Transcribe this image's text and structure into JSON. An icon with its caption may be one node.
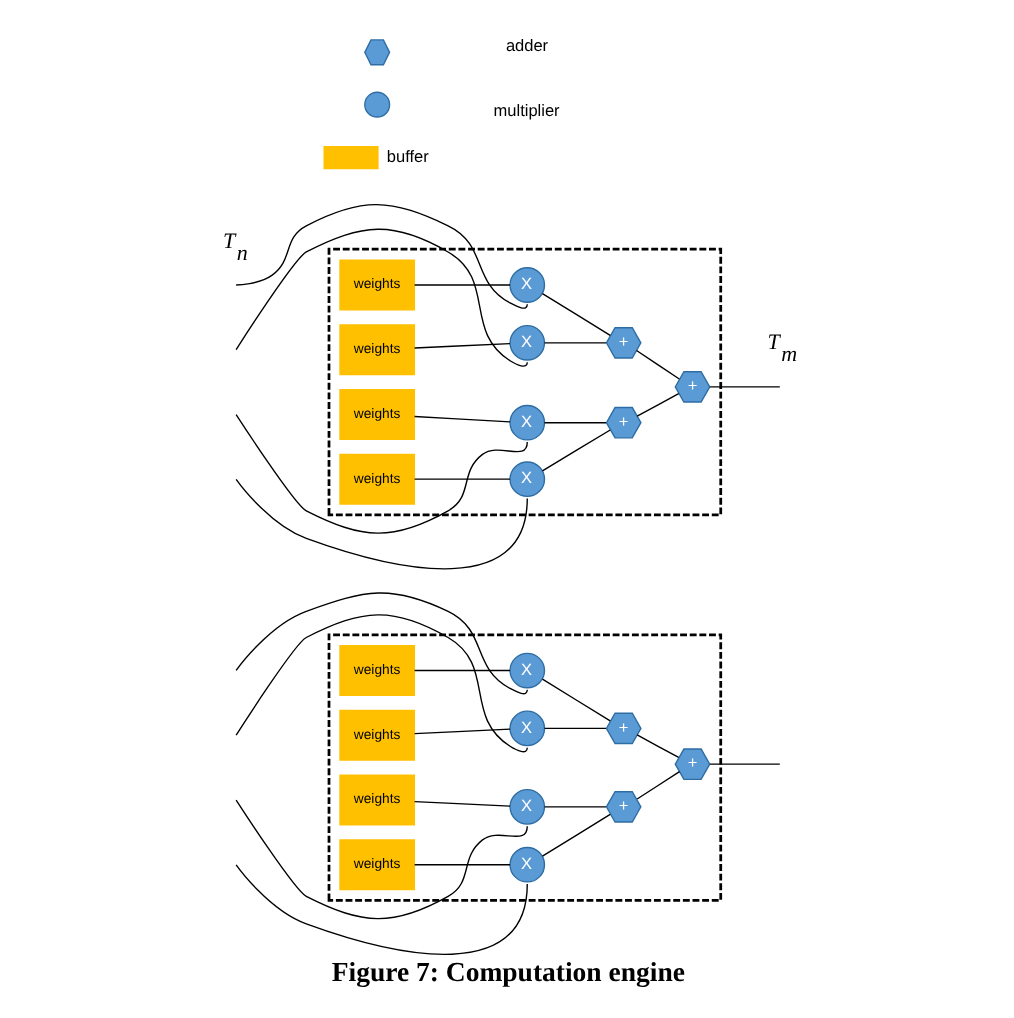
{
  "diagram": {
    "caption": "Figure 7: Computation engine",
    "nodes": [
      {
        "text": [],
        "shape": "box"
      },
      {
        "text": [
          "weights"
        ],
        "in": 0
      },
      {
        "text": [
          "weights"
        ],
        "in": 0
      },
      {
        "text": [
          "weights"
        ],
        "in": 0
      },
      {
        "text": [
          "weights"
        ],
        "in": 0
      },
      {
        "text": [
          "X"
        ],
        "in": 0
      },
      {
        "text": [
          "X"
        ],
        "in": 0
      },
      {
        "text": [
          "X"
        ],
        "in": 0
      },
      {
        "text": [
          "X"
        ],
        "in": 0
      },
      {
        "text": [
          "+"
        ],
        "in": 0
      },
      {
        "text": [
          "+"
        ],
        "in": 0
      },
      {
        "text": [
          "+"
        ],
        "in": 0
      },
      {
        "text": [],
        "shape": "box"
      },
      {
        "text": [
          "weights"
        ],
        "in": 12
      },
      {
        "text": [
          "weights"
        ],
        "in": 12
      },
      {
        "text": [
          "weights"
        ],
        "in": 12
      },
      {
        "text": [
          "weights"
        ],
        "in": 12
      },
      {
        "text": [
          "X"
        ],
        "in": 12
      },
      {
        "text": [
          "X"
        ],
        "in": 12
      },
      {
        "text": [
          "X"
        ],
        "in": 12
      },
      {
        "text": [
          "X"
        ],
        "in": 12
      },
      {
        "text": [
          "+"
        ],
        "in": 12
      },
      {
        "text": [
          "+"
        ],
        "in": 12
      },
      {
        "text": [
          "+"
        ],
        "in": 12
      }
    ],
    "edges": [
      {
        "from": null,
        "to": 5,
        "arrow": "none"
      },
      {
        "from": null,
        "to": 6,
        "arrow": "none"
      },
      {
        "from": null,
        "to": 7,
        "arrow": "none"
      },
      {
        "from": null,
        "to": 8,
        "arrow": "none"
      },
      {
        "from": null,
        "to": 17,
        "arrow": "none"
      },
      {
        "from": null,
        "to": 18,
        "arrow": "none"
      },
      {
        "from": null,
        "to": 19,
        "arrow": "none"
      },
      {
        "from": null,
        "to": 20,
        "arrow": "none"
      },
      {
        "from": 1,
        "to": 5,
        "arrow": "none"
      },
      {
        "from": 2,
        "to": 6,
        "arrow": "none"
      },
      {
        "from": 3,
        "to": 7,
        "arrow": "none"
      },
      {
        "from": 4,
        "to": 8,
        "arrow": "none"
      },
      {
        "from": 5,
        "to": 9,
        "arrow": "none"
      },
      {
        "from": 6,
        "to": 9,
        "arrow": "none"
      },
      {
        "from": 7,
        "to": 10,
        "arrow": "none"
      },
      {
        "from": 8,
        "to": 10,
        "arrow": "none"
      },
      {
        "from": 9,
        "to": 11,
        "arrow": "none"
      },
      {
        "from": 10,
        "to": 11,
        "arrow": "none"
      },
      {
        "from": 11,
        "to": null,
        "arrow": "none"
      },
      {
        "from": 13,
        "to": 17,
        "arrow": "none"
      },
      {
        "from": 14,
        "to": 18,
        "arrow": "none"
      },
      {
        "from": 15,
        "to": 19,
        "arrow": "none"
      },
      {
        "from": 16,
        "to": 20,
        "arrow": "none"
      },
      {
        "from": 17,
        "to": 21,
        "arrow": "none"
      },
      {
        "from": 18,
        "to": 21,
        "arrow": "none"
      },
      {
        "from": 19,
        "to": 22,
        "arrow": "none"
      },
      {
        "from": 20,
        "to": 22,
        "arrow": "none"
      },
      {
        "from": 21,
        "to": 23,
        "arrow": "none"
      },
      {
        "from": 22,
        "to": 23,
        "arrow": "none"
      },
      {
        "from": 23,
        "to": null,
        "arrow": "none"
      }
    ],
    "labels": [
      "T$_{n}$",
      "T$_{m}$"
    ],
    "legend": [
      {
        "text": "adder"
      },
      {
        "text": "multiplier"
      },
      {
        "text": "buffer",
        "color": "#ffc000"
      }
    ]
  }
}
